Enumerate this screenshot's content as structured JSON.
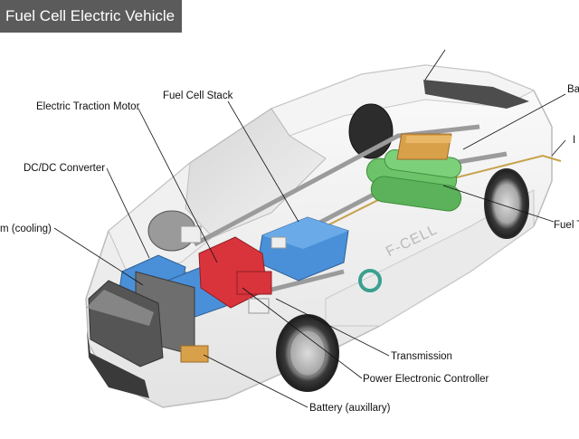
{
  "title": "Fuel Cell Electric Vehicle",
  "labels": {
    "battery_main": "Ba",
    "fuel_inlet": "I",
    "fuel_tank": "Fuel T",
    "fuel_cell_stack": "Fuel Cell Stack",
    "electric_traction_motor": "Electric Traction Motor",
    "dcdc_converter": "DC/DC Converter",
    "thermal_system": "m (cooling)",
    "transmission": "Transmission",
    "power_electronic_controller": "Power Electronic Controller",
    "battery_auxiliary": "Battery (auxillary)"
  },
  "badge_text": "F-CELL",
  "colors": {
    "title_bg": "#5b5b5b",
    "battery_blue": "#4a90d9",
    "tank_green": "#6cc36a",
    "motor_red": "#d9333b",
    "battery_orange": "#d9a04a"
  }
}
